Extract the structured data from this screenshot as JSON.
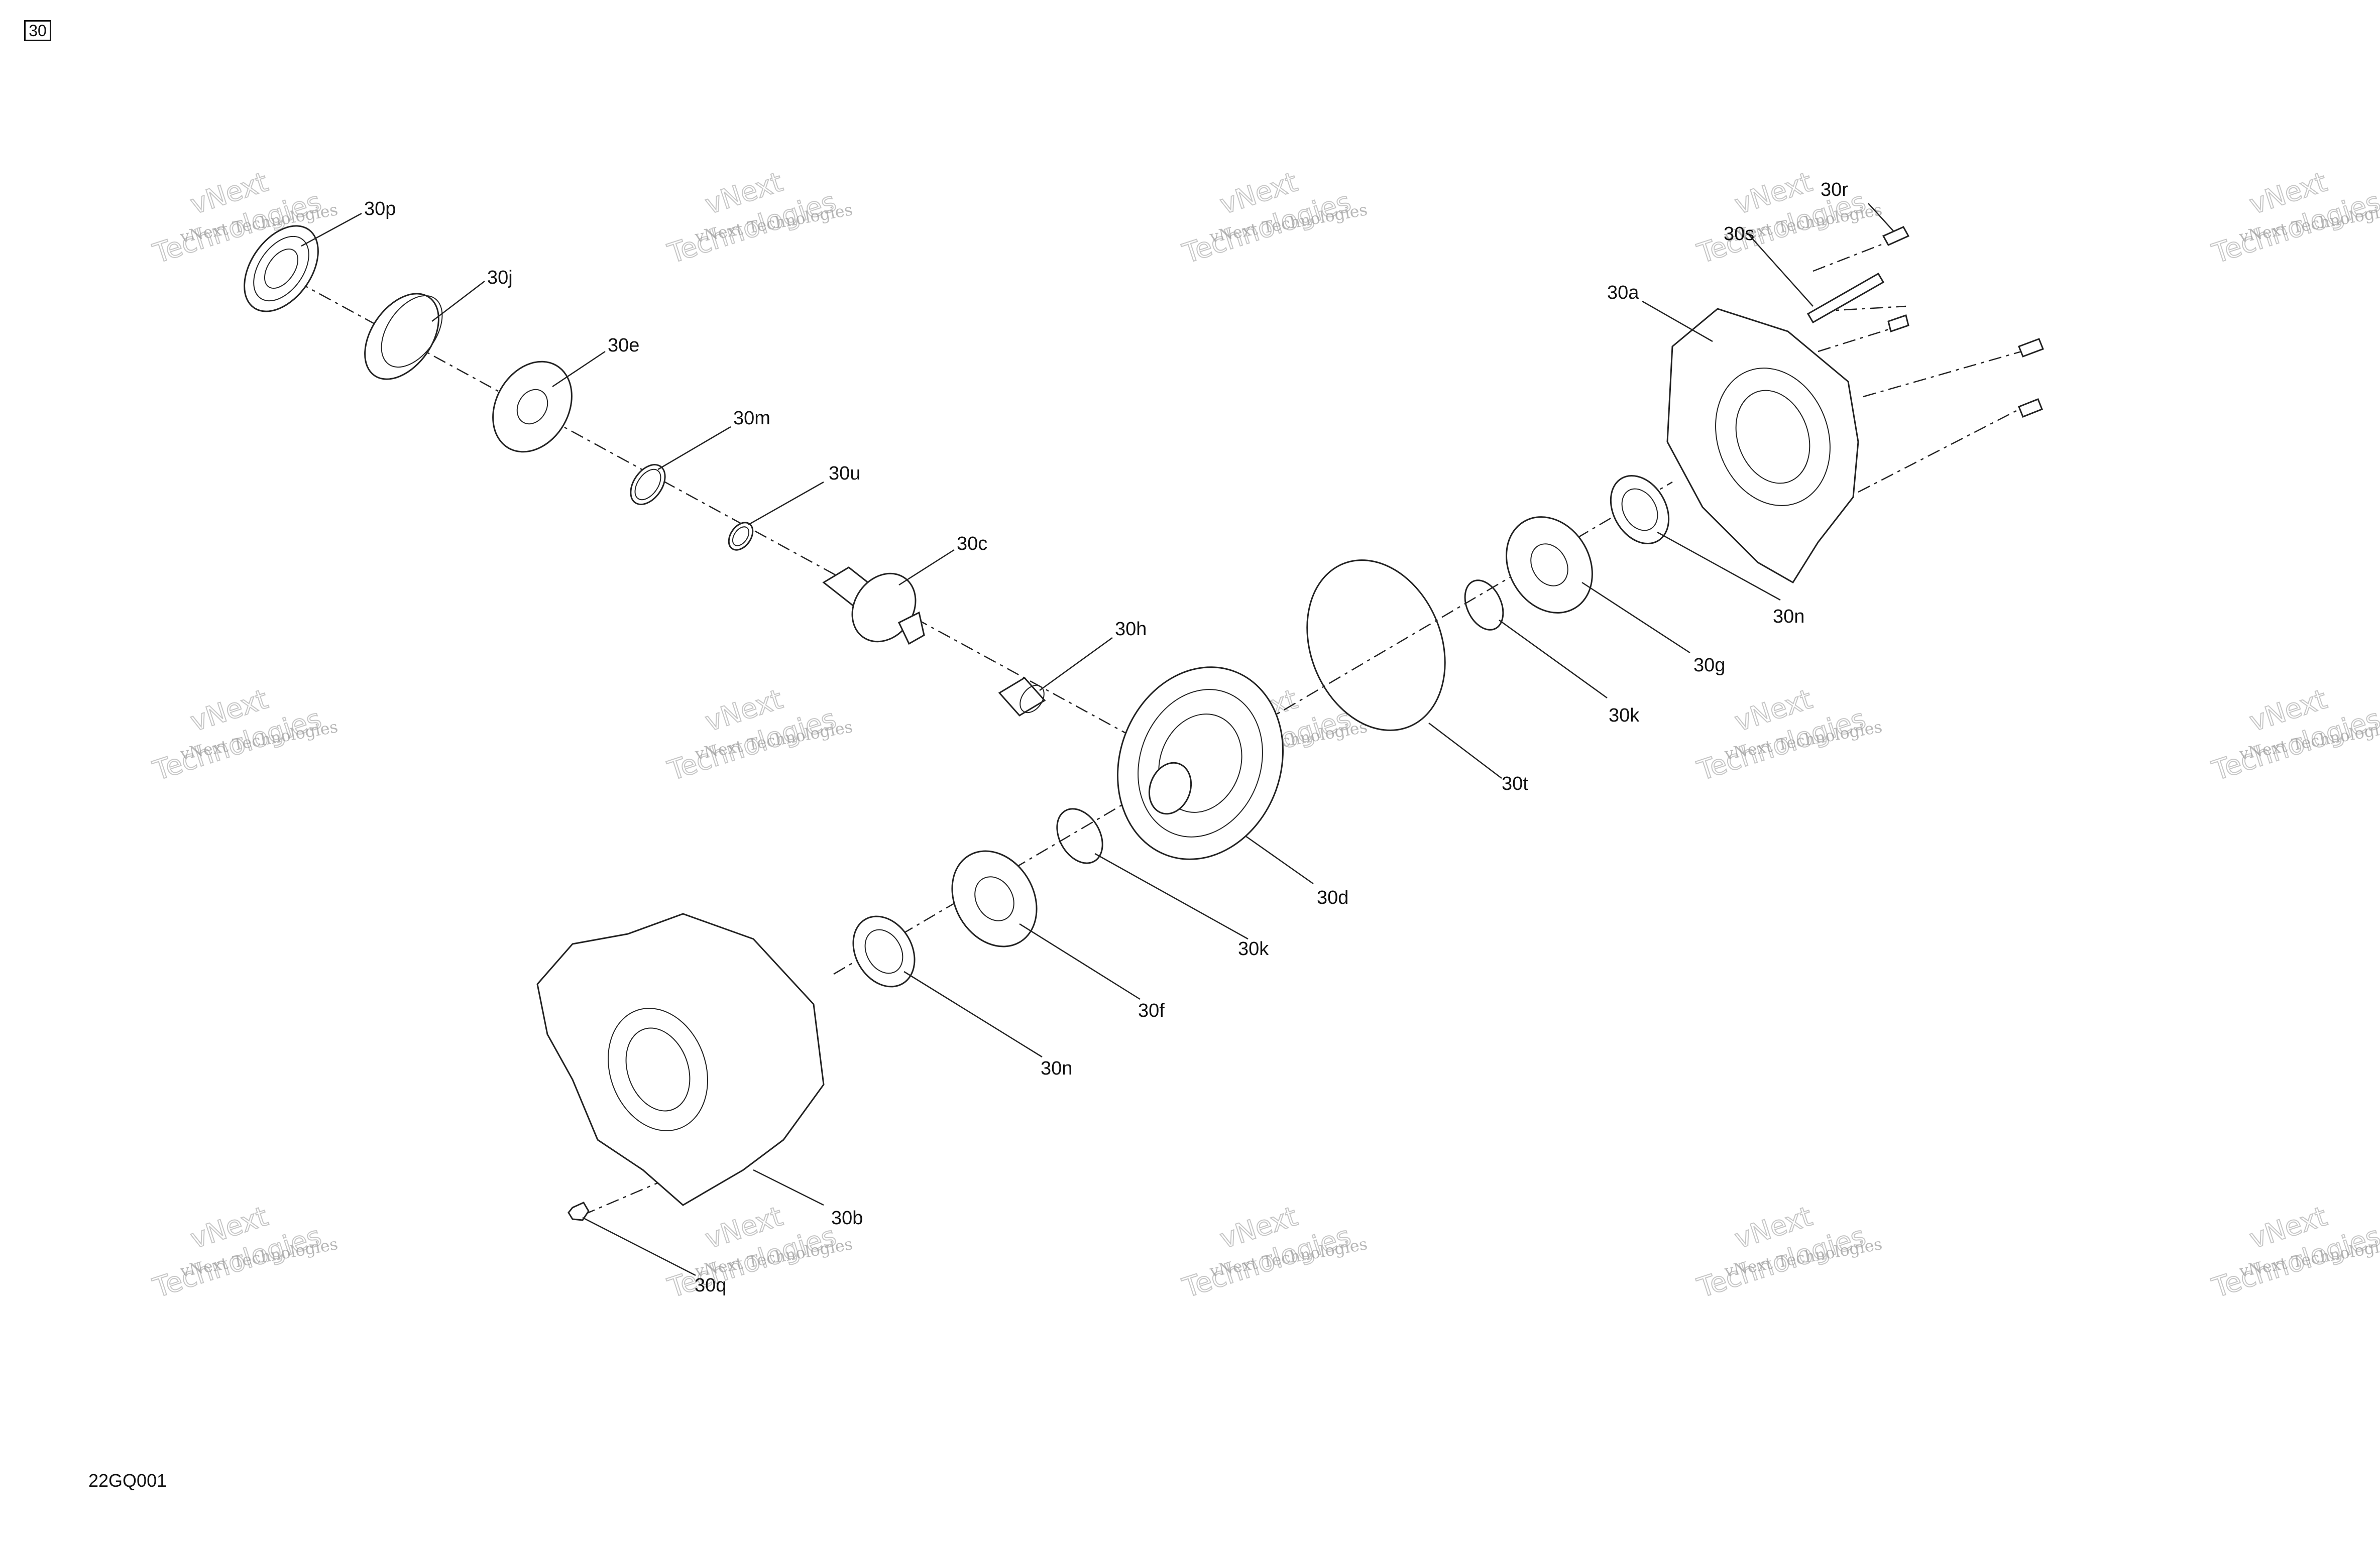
{
  "frame_tag": "30",
  "drawing_code": "22GQ001",
  "watermark": {
    "line1": "vNext Technologies",
    "line2": "vNext\nTechnologies"
  },
  "callouts": [
    "30p",
    "30j",
    "30e",
    "30m",
    "30u",
    "30c",
    "30h",
    "30r",
    "30s",
    "30a",
    "30n",
    "30g",
    "30k",
    "30t",
    "30d",
    "30k",
    "30f",
    "30n",
    "30b",
    "30q"
  ]
}
